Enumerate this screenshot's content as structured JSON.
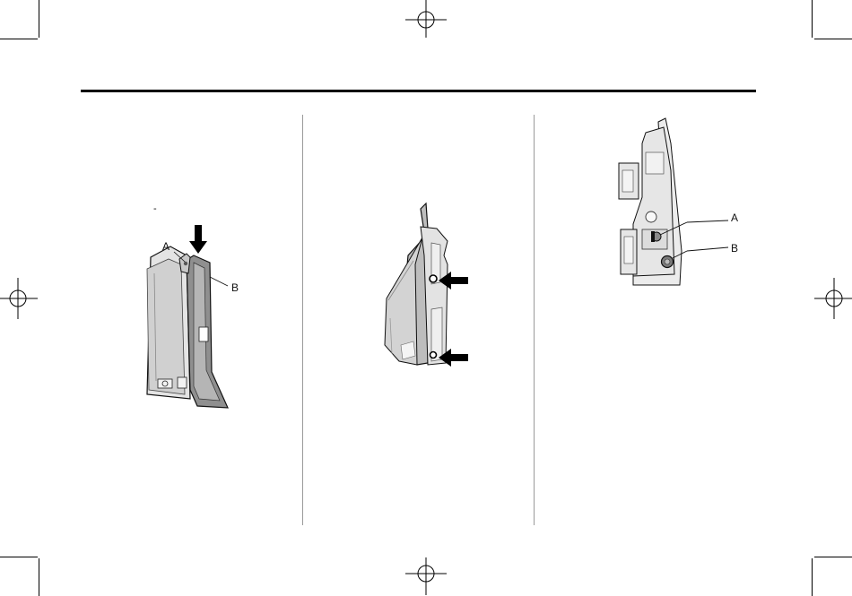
{
  "page": {
    "stray_mark": "-"
  },
  "figure_left": {
    "callouts": {
      "a": "A",
      "b": "B"
    }
  },
  "figure_middle": {
    "callouts": {}
  },
  "figure_right": {
    "callouts": {
      "a": "A",
      "b": "B"
    }
  },
  "colors": {
    "ink": "#111111",
    "lens_gray": "#cfcfcf",
    "lens_dark": "#8a8a8a",
    "divider": "#9a9a9a"
  },
  "icons": [
    "registration-mark-icon",
    "crop-mark-icon",
    "arrow-icon"
  ]
}
